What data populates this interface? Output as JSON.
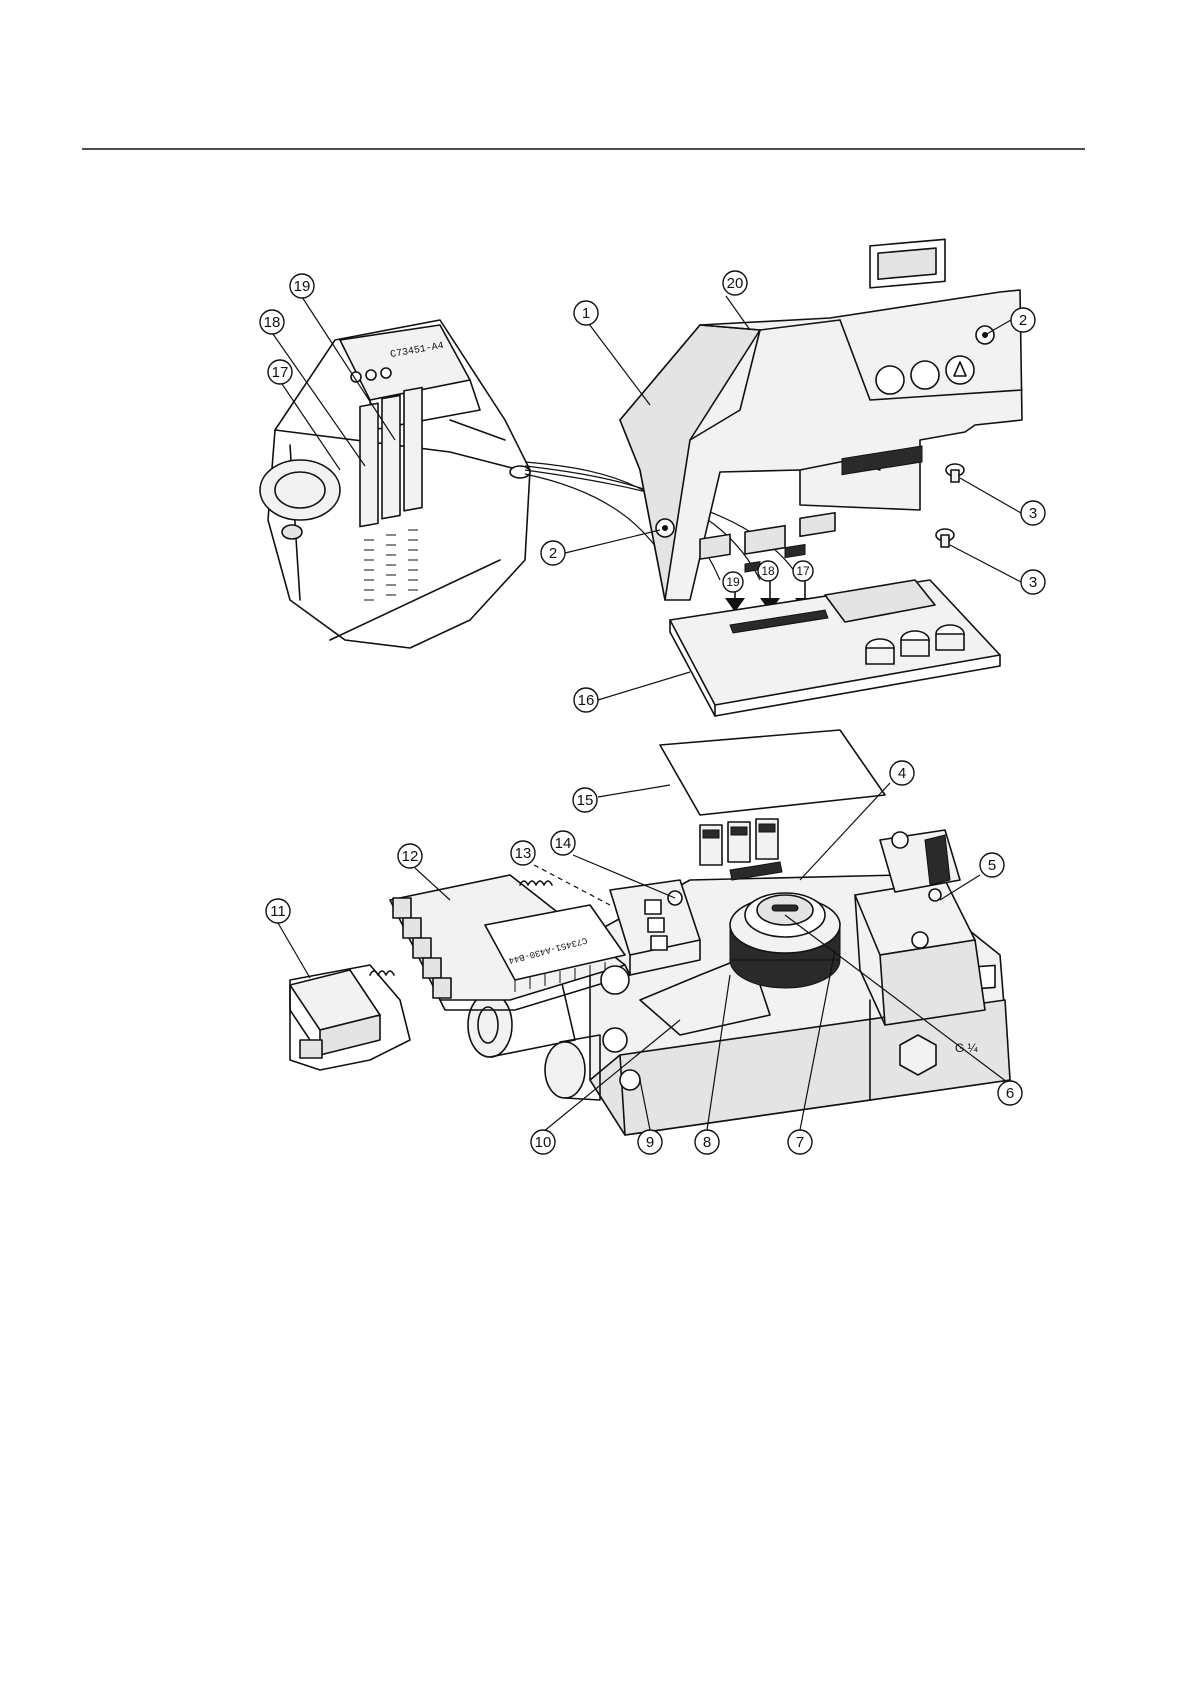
{
  "callouts": [
    {
      "id": "c1",
      "label": "1"
    },
    {
      "id": "c2a",
      "label": "2"
    },
    {
      "id": "c2b",
      "label": "2"
    },
    {
      "id": "c3a",
      "label": "3"
    },
    {
      "id": "c3b",
      "label": "3"
    },
    {
      "id": "c4",
      "label": "4"
    },
    {
      "id": "c5",
      "label": "5"
    },
    {
      "id": "c6",
      "label": "6"
    },
    {
      "id": "c7",
      "label": "7"
    },
    {
      "id": "c8",
      "label": "8"
    },
    {
      "id": "c9",
      "label": "9"
    },
    {
      "id": "c10",
      "label": "10"
    },
    {
      "id": "c11",
      "label": "11"
    },
    {
      "id": "c12",
      "label": "12"
    },
    {
      "id": "c13",
      "label": "13"
    },
    {
      "id": "c14",
      "label": "14"
    },
    {
      "id": "c15",
      "label": "15"
    },
    {
      "id": "c16",
      "label": "16"
    },
    {
      "id": "c17a",
      "label": "17"
    },
    {
      "id": "c18a",
      "label": "18"
    },
    {
      "id": "c19a",
      "label": "19"
    },
    {
      "id": "c17b",
      "label": "17"
    },
    {
      "id": "c18b",
      "label": "18"
    },
    {
      "id": "c19b",
      "label": "19"
    },
    {
      "id": "c20",
      "label": "20"
    }
  ],
  "part_markings": {
    "inset_board_code": "C73451-A4",
    "option_board_code": "C73451-A430-B44",
    "housing_marking": "G ¼"
  }
}
